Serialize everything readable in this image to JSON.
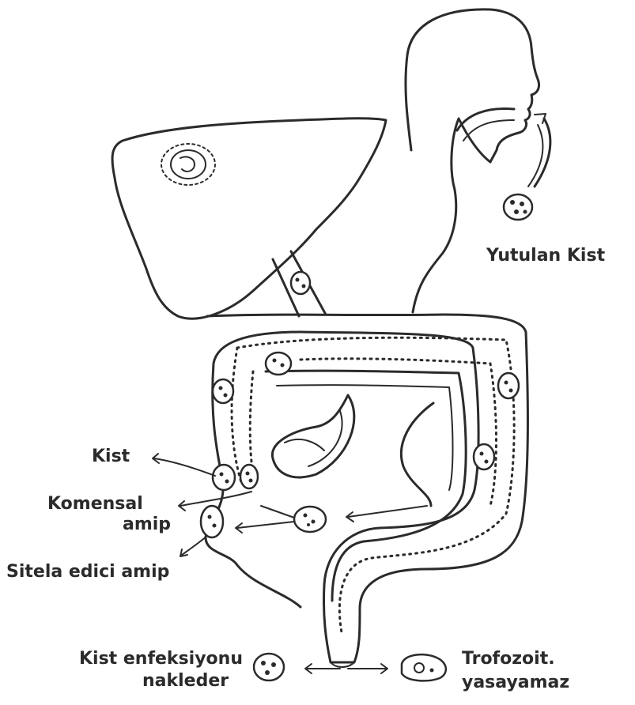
{
  "labels": {
    "swallowed_cyst": "Yutulan Kist",
    "cyst": "Kist",
    "commensal_1": "Komensal",
    "commensal_2": "amip",
    "invasive": "Sitela edici amip",
    "infection_1": "Kist enfeksiyonu",
    "infection_2": "nakleder",
    "tropho_1": "Trofozoit.",
    "tropho_2": "yasayamaz"
  }
}
